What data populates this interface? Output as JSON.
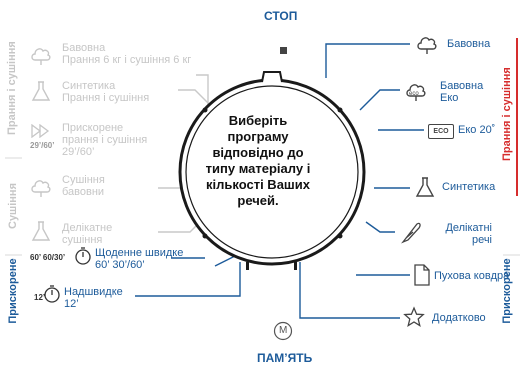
{
  "top_label": "СТОП",
  "bottom_label": "ПАМ’ЯТЬ",
  "memory_icon_letter": "M",
  "center_message": "Виберіть програму відповідно до типу матеріалу і кількості Ваших речей.",
  "left_groups": {
    "wash_dry": "Прання і сушіння",
    "dry": "Сушіння",
    "quick": "Прискорене"
  },
  "right_groups": {
    "wash_dry": "Прання і сушіння",
    "quick": "Прискорене"
  },
  "left_programs": [
    {
      "line1": "Бавовна",
      "line2": "Прання 6 кг і сушіння 6 кг",
      "icon": "cotton-cloud-icon"
    },
    {
      "line1": "Синтетика",
      "line2": "Прання і сушіння",
      "icon": "synthetic-flask-icon"
    },
    {
      "line1": "Прискорене",
      "line2": "прання і сушіння",
      "line3": "29’/60’",
      "icon": "fast-forward-icon",
      "icon_text": "29’/60’"
    },
    {
      "line1": "Сушіння",
      "line2": "бавовни",
      "icon": "cotton-cloud-icon"
    },
    {
      "line1": "Делікатне",
      "line2": "сушіння",
      "icon": "synthetic-flask-icon"
    },
    {
      "line1": "Щоденне швидке",
      "line2": "60’ 30’/60’",
      "icon": "timer-icon",
      "icon_text": "60’ 60/30’"
    },
    {
      "line1": "Надшвидке",
      "line2": "12’",
      "icon": "timer-icon",
      "icon_text": "12’"
    }
  ],
  "right_programs": [
    {
      "line1": "Бавовна",
      "icon": "cotton-cloud-icon"
    },
    {
      "line1": "Бавовна",
      "line2": "Еко",
      "icon": "cotton-eco-icon",
      "icon_text": "eco"
    },
    {
      "line1": "Еко 20˚",
      "icon": "eco-box-icon",
      "icon_text": "ECO"
    },
    {
      "line1": "Синтетика",
      "icon": "synthetic-flask-icon"
    },
    {
      "line1": "Делікатні",
      "line2": "речі",
      "icon": "feather-icon"
    },
    {
      "line1": "Пухова ковдра",
      "icon": "document-icon"
    },
    {
      "line1": "Додатково",
      "icon": "star-icon"
    }
  ],
  "colors": {
    "active": "#1d5b9a",
    "inactive": "#c6c6c6",
    "accent_red": "#d62d2d",
    "dial": "#1a1a1a"
  }
}
